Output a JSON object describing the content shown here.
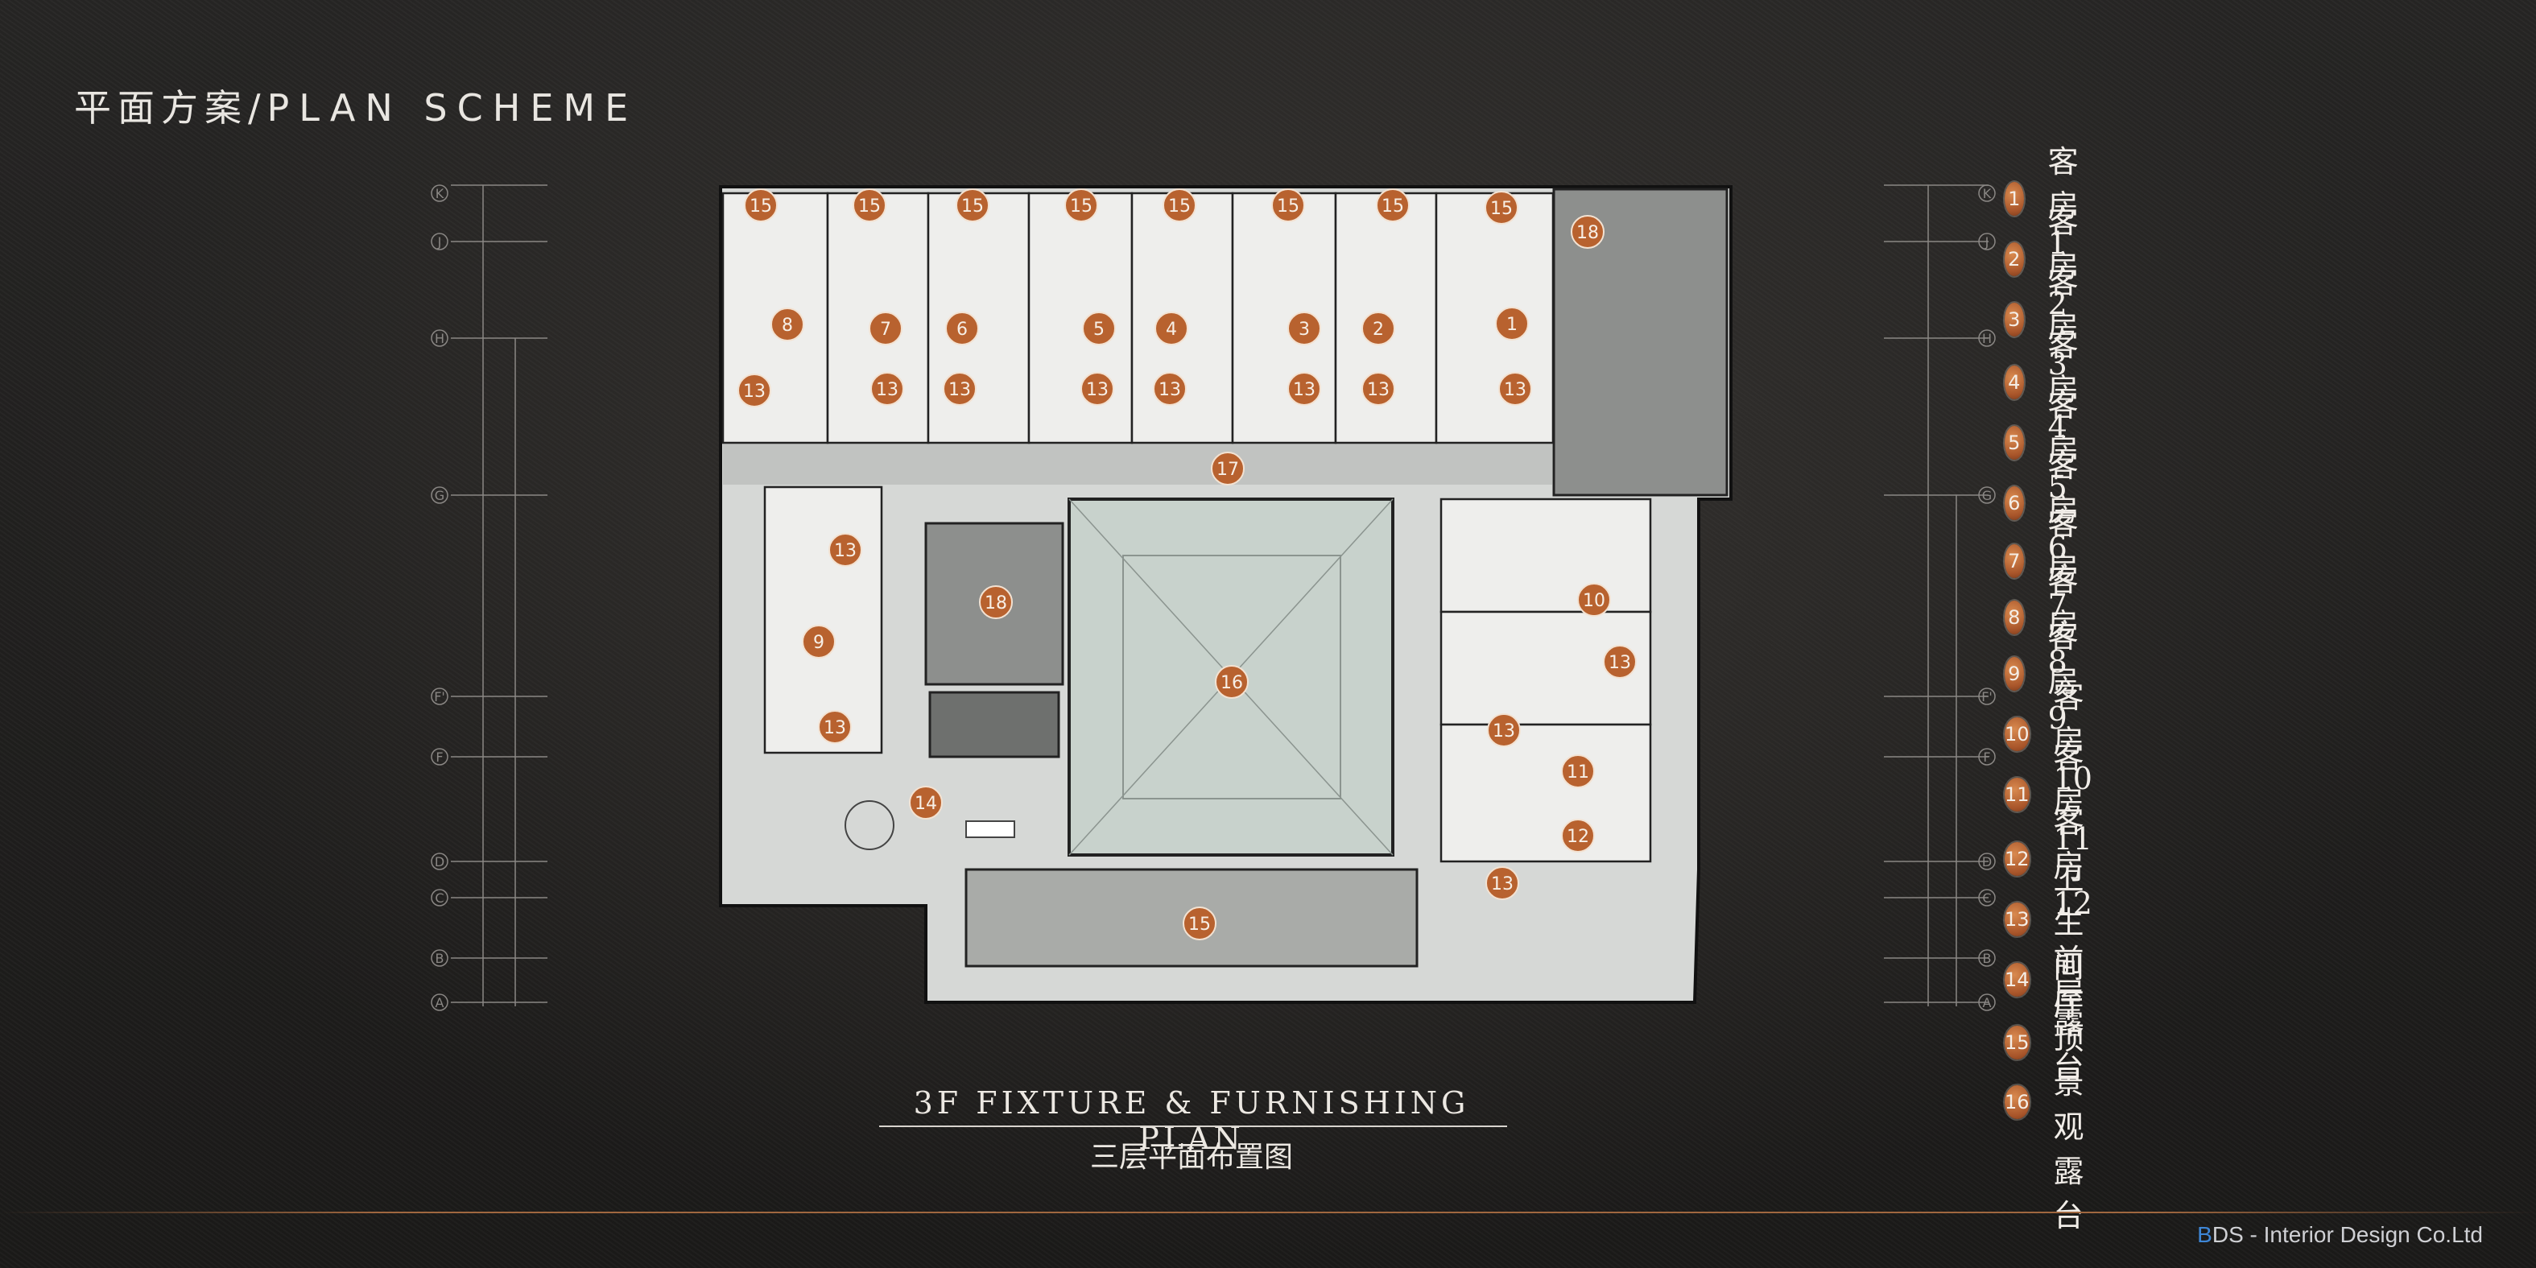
{
  "header": {
    "title_zh": "平面方案",
    "separator": "/",
    "title_en": "PLAN SCHEME"
  },
  "plan": {
    "caption_en": "3F FIXTURE & FURNISHING PLAN",
    "caption_zh": "三层平面布置图",
    "badge_color": "#b8622f"
  },
  "legend": [
    {
      "num": "1",
      "label": "客房1"
    },
    {
      "num": "2",
      "label": "客房2"
    },
    {
      "num": "3",
      "label": "客房3"
    },
    {
      "num": "4",
      "label": "客房4"
    },
    {
      "num": "5",
      "label": "客房5"
    },
    {
      "num": "6",
      "label": "客房6"
    },
    {
      "num": "7",
      "label": "客房7"
    },
    {
      "num": "8",
      "label": "客房8"
    },
    {
      "num": "9",
      "label": "客房9"
    },
    {
      "num": "10",
      "label": "客房10"
    },
    {
      "num": "11",
      "label": "客房11"
    },
    {
      "num": "12",
      "label": "客房12"
    },
    {
      "num": "13",
      "label": "卫生间"
    },
    {
      "num": "14",
      "label": "前厅"
    },
    {
      "num": "15",
      "label": "露台"
    },
    {
      "num": "16",
      "label": "屋顶景观露台"
    }
  ],
  "axis_labels_left": [
    "K",
    "J",
    "H",
    "G",
    "F'",
    "F",
    "D",
    "C",
    "B",
    "A"
  ],
  "axis_labels_right": [
    "K",
    "J",
    "H",
    "G",
    "F'",
    "F",
    "D",
    "C",
    "B",
    "A"
  ],
  "footer": {
    "brand_b": "B",
    "brand_rest": "DS - Interior Design Co.Ltd"
  }
}
